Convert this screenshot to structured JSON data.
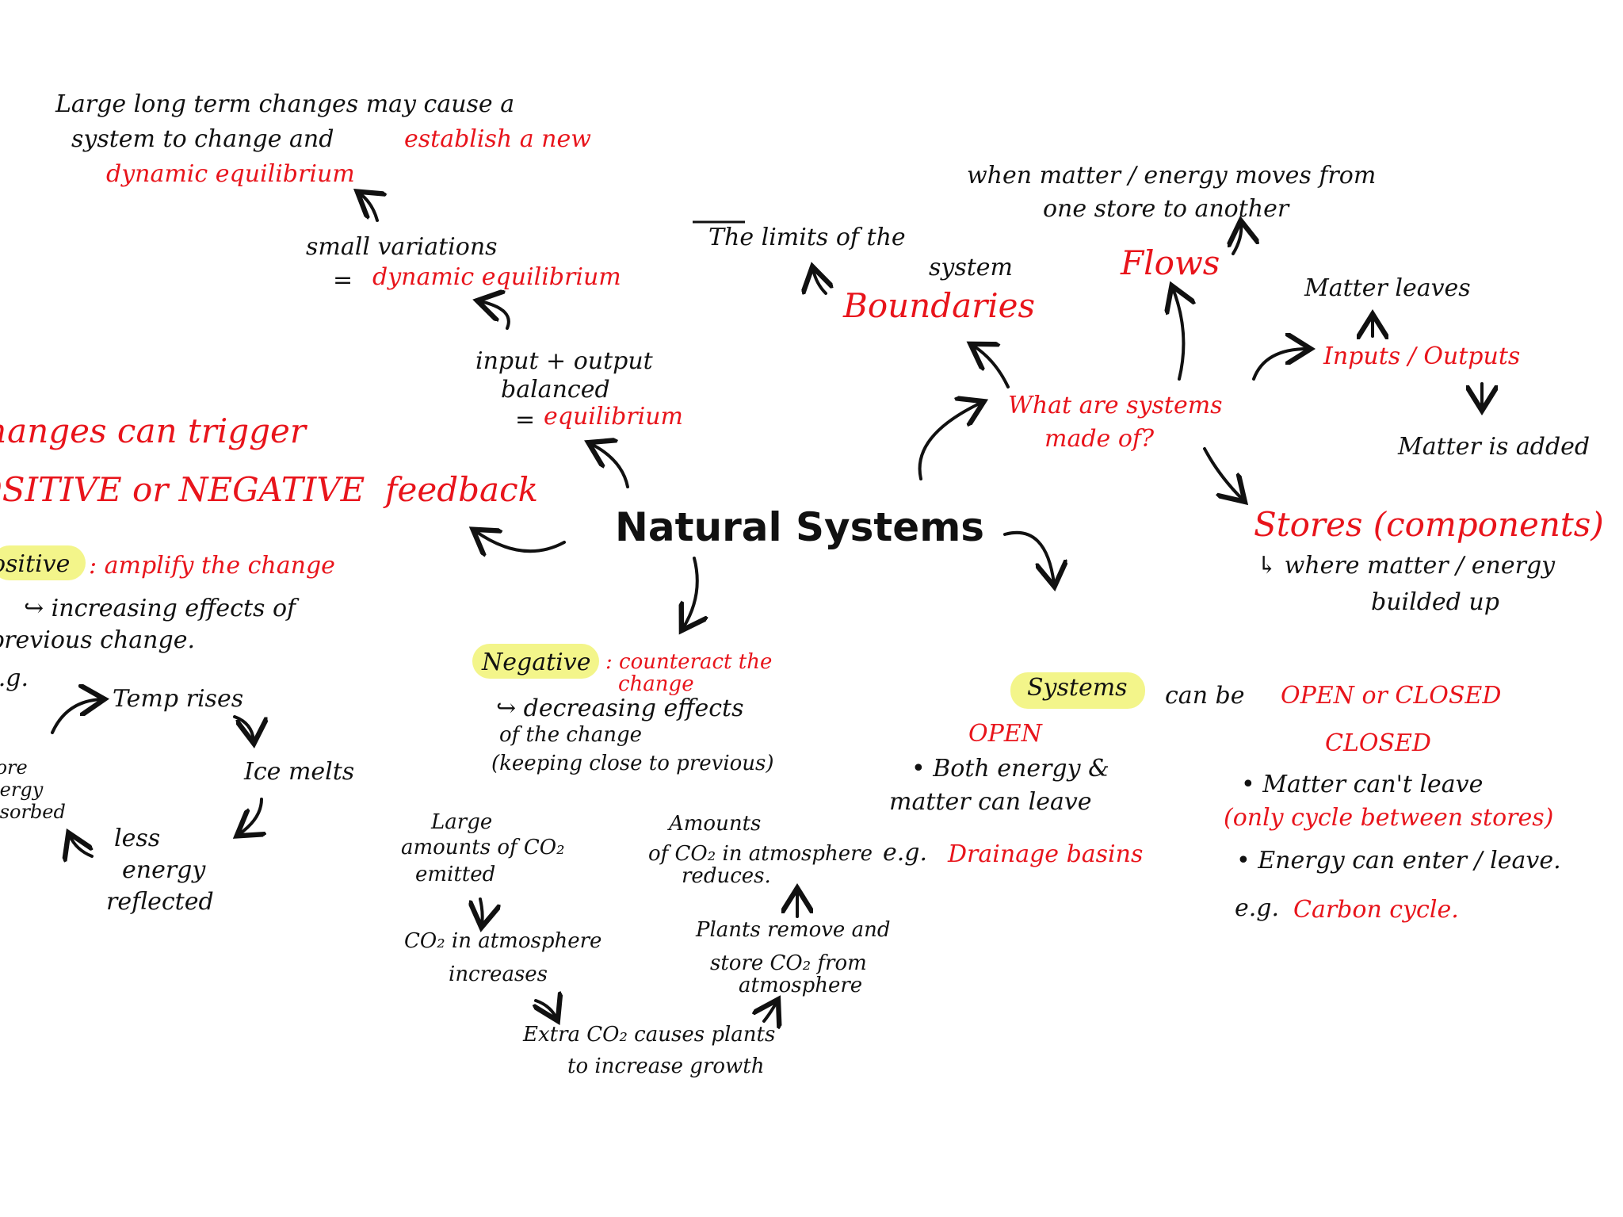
{
  "title": "Natural Systems",
  "colors": {
    "ink": "#111111",
    "accent": "#e8141b",
    "highlight": "#f3f58a"
  },
  "equilibrium": {
    "large_changes_line1": "Large long term changes may cause a",
    "large_changes_line2_black": "system to change and",
    "large_changes_line2_red": "establish a new",
    "large_changes_line3_red": "dynamic equilibrium",
    "small_variations": "small variations",
    "equals1": "=",
    "dynamic_equilibrium": "dynamic equilibrium",
    "balanced_line1": "input + output",
    "balanced_line2": "balanced",
    "equals2": "=",
    "equilibrium": "equilibrium"
  },
  "feedback": {
    "trigger_line1": "Changes can trigger",
    "trigger_line2_a": "POSITIVE or NEGATIVE",
    "trigger_line2_b": "feedback",
    "positive_label": "Positive",
    "positive_desc": ": amplify the change",
    "positive_sub1": "↪ increasing effects of",
    "positive_sub2": "previous change.",
    "positive_eg": "e.g.",
    "cycle_temp": "Temp rises",
    "cycle_ice": "Ice melts",
    "cycle_less1": "less",
    "cycle_less2": "energy",
    "cycle_less3": "reflected",
    "cycle_more1": "More",
    "cycle_more2": "energy",
    "cycle_more3": "absorbed",
    "negative_label": "Negative",
    "negative_desc1": ": counteract the",
    "negative_desc2": "change",
    "negative_sub1": "↪ decreasing effects",
    "negative_sub2": "of the change",
    "negative_sub3": "(keeping close to previous)",
    "co2_large1": "Large",
    "co2_large2": "amounts of CO₂",
    "co2_large3": "emitted",
    "co2_atm1": "CO₂ in atmosphere",
    "co2_atm2": "increases",
    "co2_extra1": "Extra CO₂ causes plants",
    "co2_extra2": "to increase growth",
    "co2_plants1": "Plants remove and",
    "co2_plants2": "store CO₂ from",
    "co2_plants3": "atmosphere",
    "co2_amounts1": "Amounts",
    "co2_amounts2": "of CO₂ in atmosphere",
    "co2_amounts3": "reduces."
  },
  "components": {
    "question_line1": "What are systems",
    "question_line2": "made of?",
    "boundaries": "Boundaries",
    "boundaries_desc1": "The limits of the",
    "boundaries_desc2": "system",
    "flows": "Flows",
    "flows_desc1": "when matter / energy moves from",
    "flows_desc2": "one store to another",
    "inputs_outputs": "Inputs / Outputs",
    "matter_leaves": "Matter leaves",
    "matter_added": "Matter is added",
    "stores": "Stores (components)",
    "stores_desc1": "↳ where matter / energy",
    "stores_desc2": "builded up"
  },
  "open_closed": {
    "systems_label": "Systems",
    "can_be": "can be",
    "open_or_closed": "OPEN or CLOSED",
    "open_heading": "OPEN",
    "open_point1": "• Both energy &",
    "open_point2": "matter can leave",
    "open_eg": "e.g.",
    "open_example": "Drainage basins",
    "closed_heading": "CLOSED",
    "closed_point1": "• Matter can't leave",
    "closed_point2": "(only cycle between stores)",
    "closed_point3": "• Energy can enter / leave.",
    "closed_eg": "e.g.",
    "closed_example": "Carbon cycle."
  }
}
